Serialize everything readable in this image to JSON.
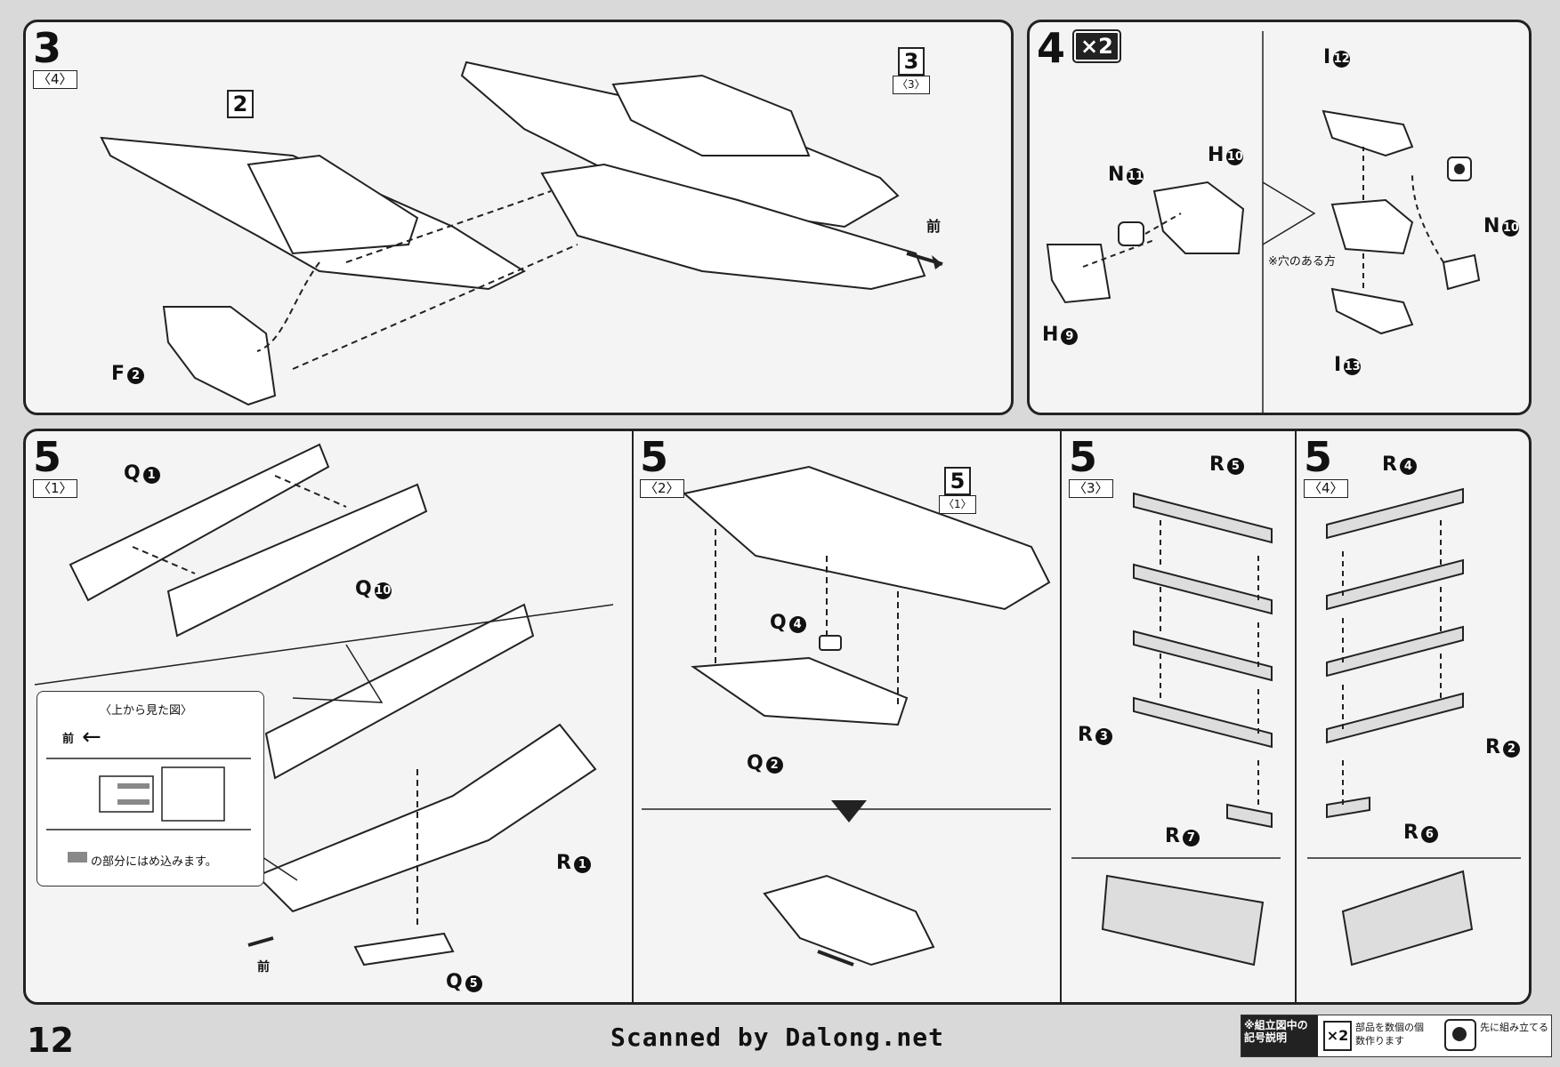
{
  "page_number": "12",
  "scanner_credit": "Scanned by Dalong.net",
  "step_a": {
    "step": "3",
    "sub": "〈4〉",
    "ref_step": "3",
    "ref_sub": "〈3〉",
    "part_2": "2",
    "f2": "F",
    "f2n": "2",
    "front": "前"
  },
  "step_b": {
    "step": "4",
    "multiplier": "×2",
    "h10": "H",
    "h10n": "10",
    "n11": "N",
    "n11n": "11",
    "h9": "H",
    "h9n": "9",
    "i12": "I",
    "i12n": "12",
    "i13": "I",
    "i13n": "13",
    "n10": "N",
    "n10n": "10",
    "hole_note": "※穴のある方"
  },
  "step_c1": {
    "step": "5",
    "sub": "〈1〉",
    "q1": "Q",
    "q1n": "1",
    "q10": "Q",
    "q10n": "10",
    "r1": "R",
    "r1n": "1",
    "q5": "Q",
    "q5n": "5",
    "front": "前",
    "inset_title": "〈上から見た図〉",
    "inset_front": "前",
    "inset_note": "の部分にはめ込みます。"
  },
  "step_c2": {
    "step": "5",
    "sub": "〈2〉",
    "ref_step": "5",
    "ref_sub": "〈1〉",
    "q4": "Q",
    "q4n": "4",
    "q2": "Q",
    "q2n": "2"
  },
  "step_c3": {
    "step": "5",
    "sub": "〈3〉",
    "r5": "R",
    "r5n": "5",
    "r3": "R",
    "r3n": "3",
    "r7": "R",
    "r7n": "7"
  },
  "step_c4": {
    "step": "5",
    "sub": "〈4〉",
    "r4": "R",
    "r4n": "4",
    "r2": "R",
    "r2n": "2",
    "r6": "R",
    "r6n": "6"
  },
  "legend": {
    "title": "※組立図中の記号説明",
    "x2": "×2",
    "x2_text": "部品を数個の個数作ります",
    "circle_text": "先に組み立てる"
  }
}
